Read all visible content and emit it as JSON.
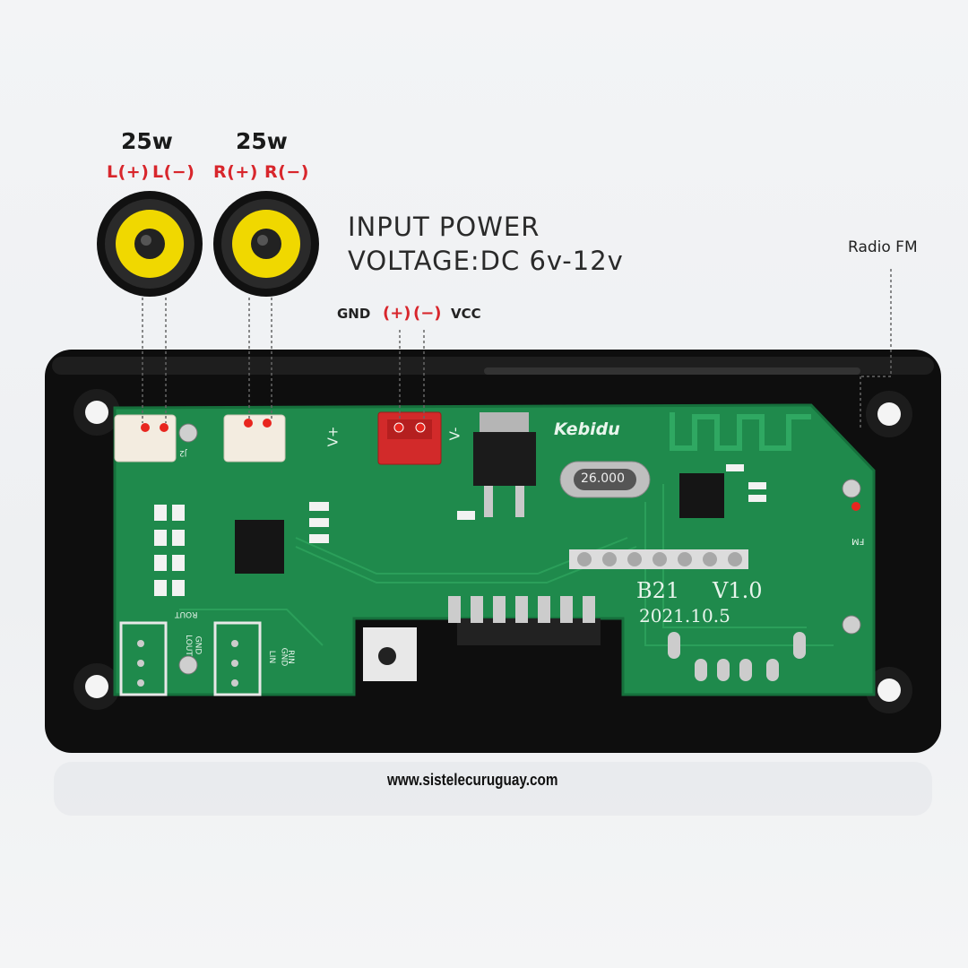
{
  "speakers": [
    {
      "power": "25w",
      "plus": "L(+)",
      "minus": "L(−)"
    },
    {
      "power": "25w",
      "plus": "R(+)",
      "minus": "R(−)"
    }
  ],
  "input_power": {
    "line1": "INPUT POWER",
    "line2": "VOLTAGE:DC 6v-12v"
  },
  "power_pins": {
    "gnd": "GND",
    "plus": "(+)",
    "minus": "(−)",
    "vcc": "VCC"
  },
  "radio_label": "Radio FM",
  "board": {
    "brand": "Kebidu",
    "crystal": "26.000",
    "model": "B21",
    "version": "V1.0",
    "date": "2021.10.5",
    "silkscreen": [
      "V+",
      "V-",
      "J2",
      "FM",
      "ROUT",
      "LOUT",
      "GND",
      "LIN",
      "GND",
      "RIN"
    ]
  },
  "website": "www.sistelecuruguay.com",
  "colors": {
    "pcb": "#1f8a4c",
    "accent_red": "#d8262c",
    "speaker_cone": "#f0d800",
    "frame": "#111111"
  }
}
